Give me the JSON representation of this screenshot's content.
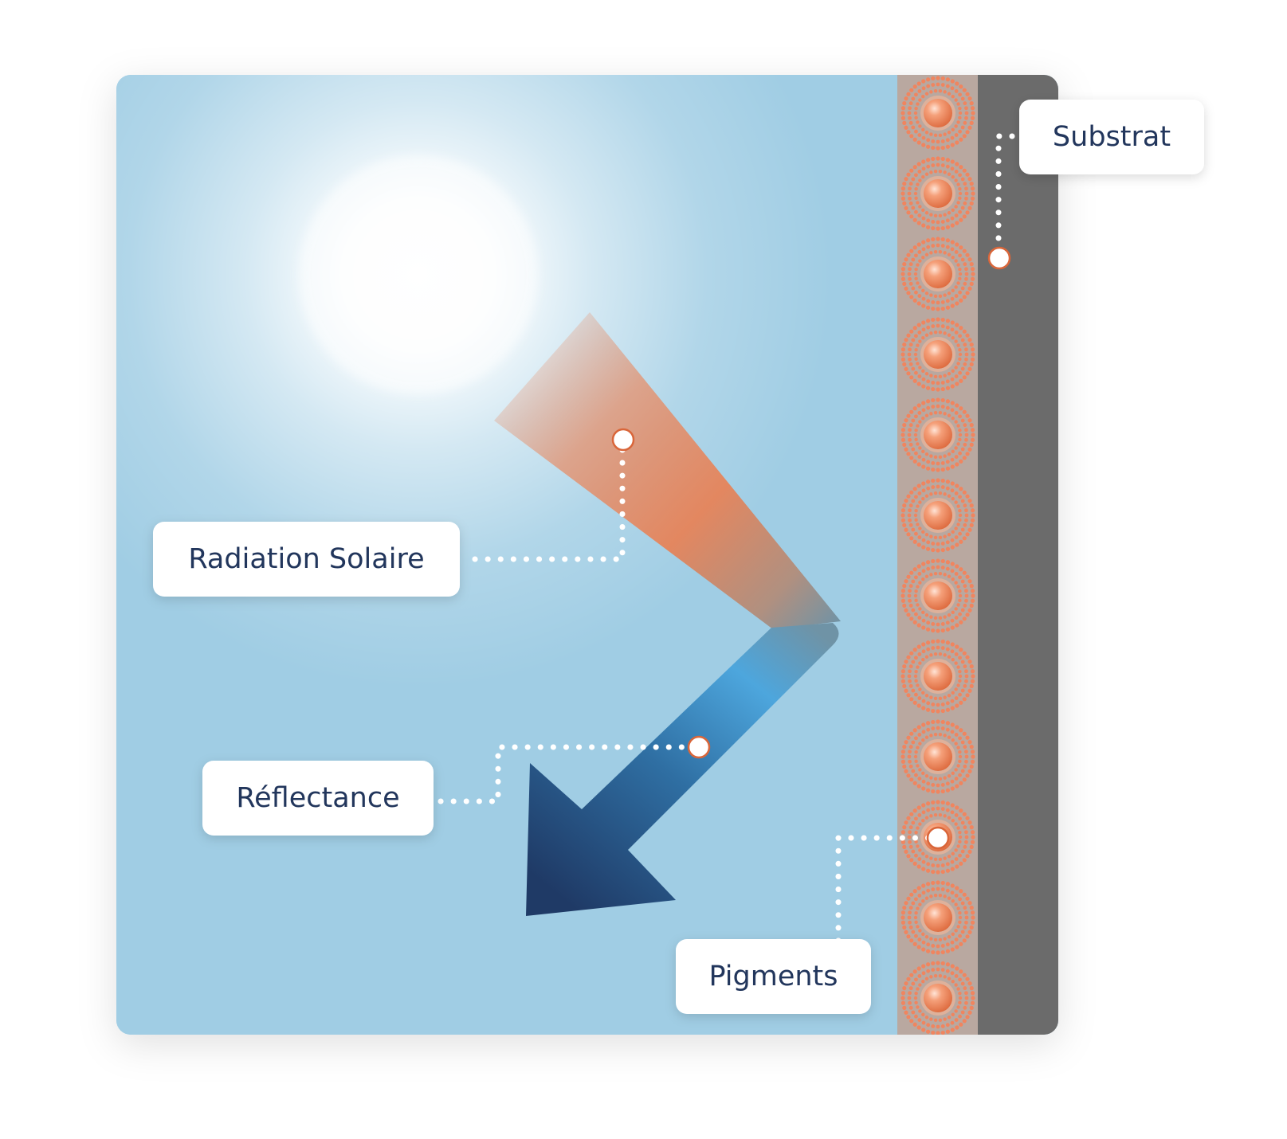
{
  "labels": {
    "radiation": "Radiation Solaire",
    "reflectance": "Réflectance",
    "pigments": "Pigments",
    "substrat": "Substrat"
  },
  "colors": {
    "sky": "#a0cde4",
    "sun": "#ffffff",
    "incoming_ray": "#e88a62",
    "reflected_light": "#4da6dd",
    "reflected_dark": "#1f3a66",
    "pigment_layer": "#b9a8a0",
    "pigment": "#f0855f",
    "substrate": "#6b6b6b",
    "label_text": "#22365c",
    "marker_stroke": "#d9663a"
  },
  "icons": {
    "sun": "sun-glow",
    "incoming": "incoming-ray",
    "reflected": "reflected-arrow",
    "pigment": "pigment-particle"
  },
  "pigment_count": 12
}
